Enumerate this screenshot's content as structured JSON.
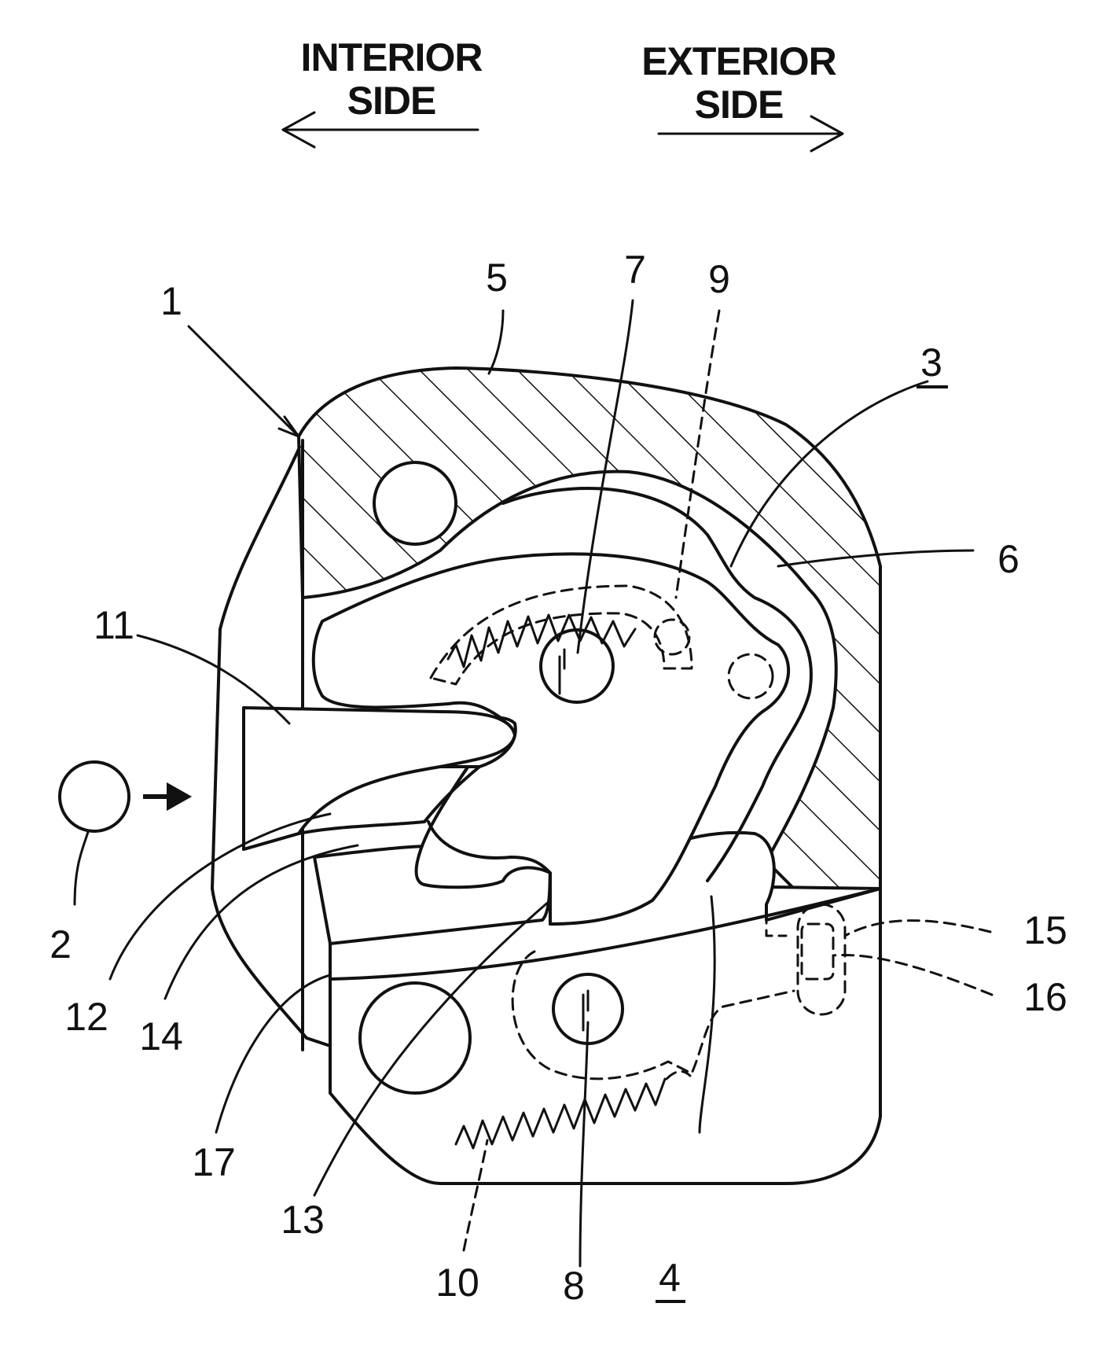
{
  "header": {
    "interior_line1": "INTERIOR",
    "interior_line2": "SIDE",
    "exterior_line1": "EXTERIOR",
    "exterior_line2": "SIDE"
  },
  "labels": {
    "n1": "1",
    "n2": "2",
    "n3": "3",
    "n4": "4",
    "n5": "5",
    "n6": "6",
    "n7": "7",
    "n8": "8",
    "n9": "9",
    "n10": "10",
    "n11": "11",
    "n12": "12",
    "n13": "13",
    "n14": "14",
    "n15": "15",
    "n16": "16",
    "n17": "17"
  }
}
